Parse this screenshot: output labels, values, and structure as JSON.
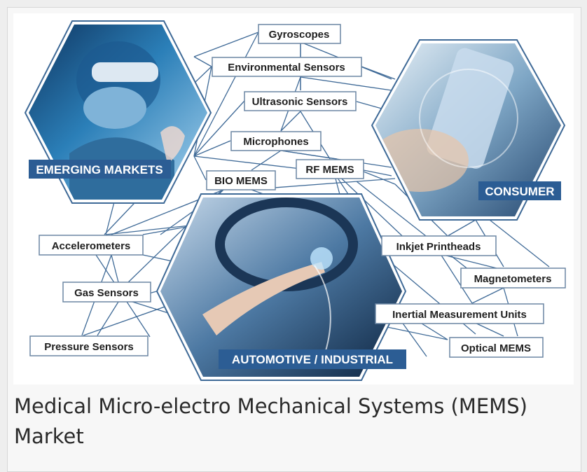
{
  "caption": "Medical Micro-electro Mechanical Systems (MEMS) Market",
  "colors": {
    "line": "#3f6a97",
    "box_border": "#6b86a3",
    "market_bg": "#2c5d94"
  },
  "markets": {
    "emerging": "EMERGING MARKETS",
    "consumer": "CONSUMER",
    "automotive": "AUTOMOTIVE / INDUSTRIAL"
  },
  "sensors": {
    "gyroscopes": "Gyroscopes",
    "environmental": "Environmental Sensors",
    "ultrasonic": "Ultrasonic Sensors",
    "microphones": "Microphones",
    "bio_mems": "BIO MEMS",
    "rf_mems": "RF MEMS",
    "accelerometers": "Accelerometers",
    "gas": "Gas Sensors",
    "pressure": "Pressure Sensors",
    "inkjet": "Inkjet Printheads",
    "magnetometers": "Magnetometers",
    "imu": "Inertial Measurement Units",
    "optical": "Optical MEMS"
  },
  "images": {
    "emerging": "surgeon-vr-headset-photo",
    "consumer": "smartphone-hand-photo",
    "automotive": "car-dashboard-touch-photo"
  }
}
